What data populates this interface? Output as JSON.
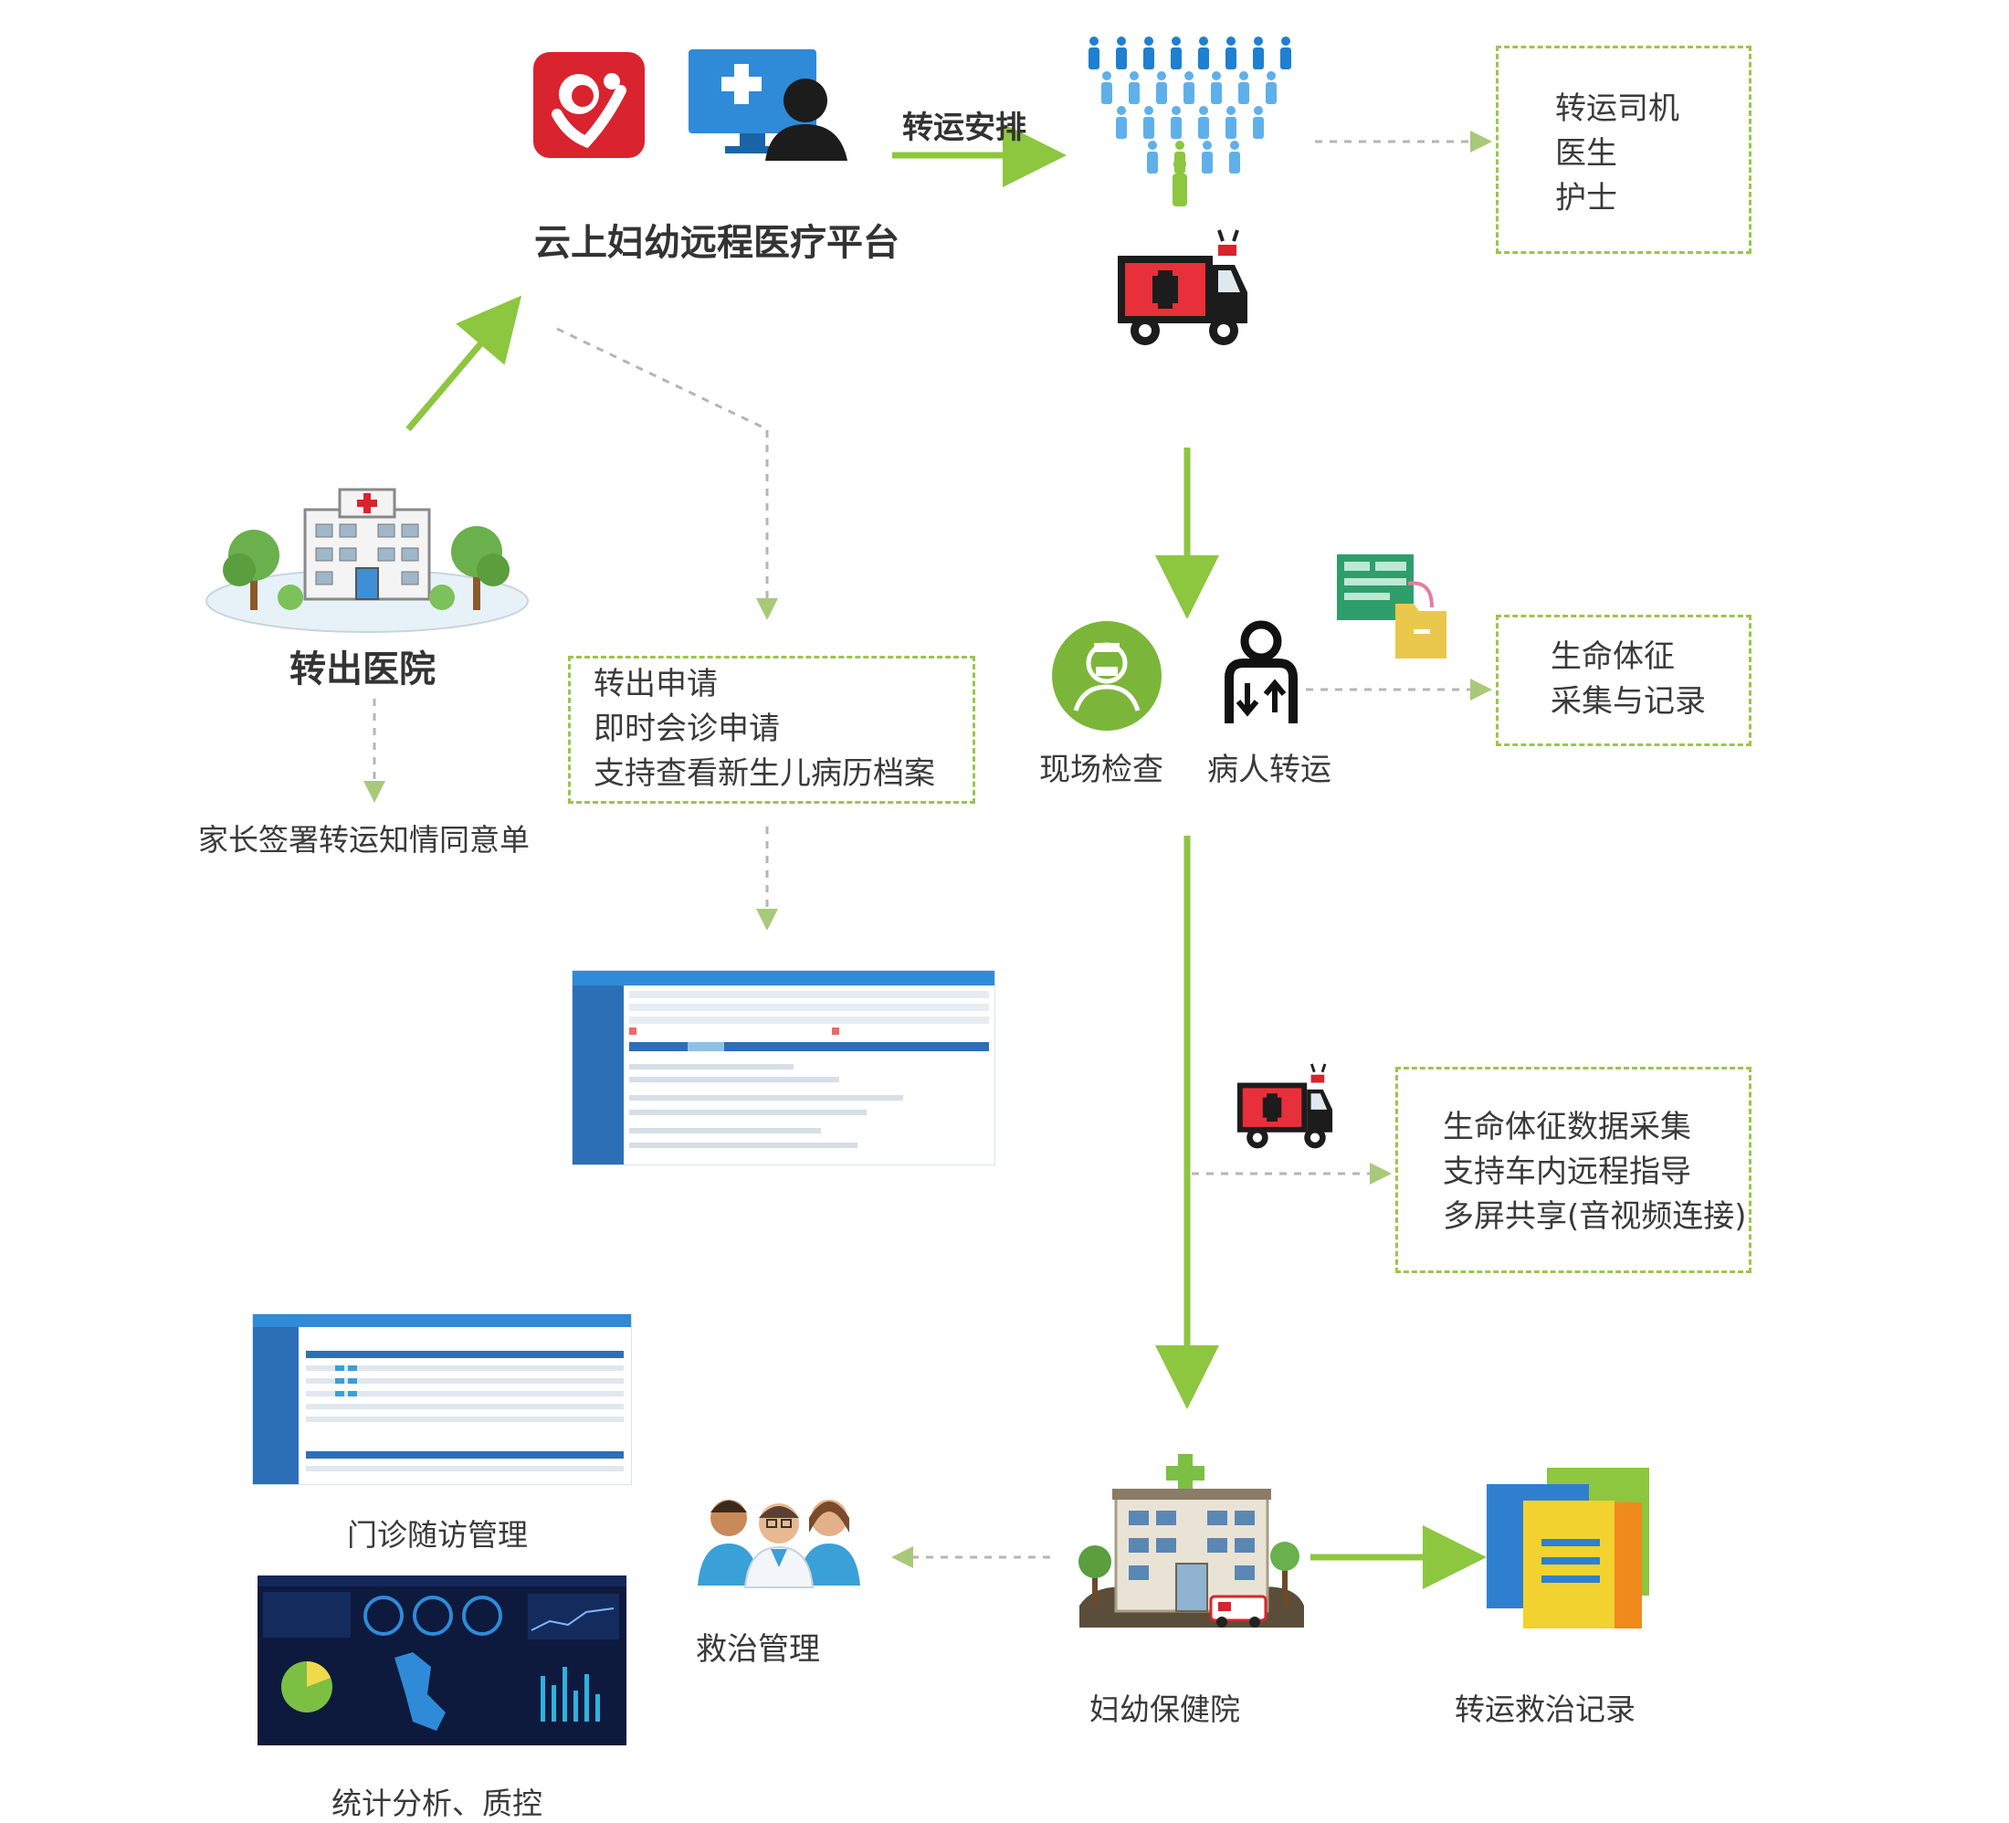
{
  "platform": {
    "title": "云上妇幼远程医疗平台"
  },
  "arrange": {
    "label": "转运安排"
  },
  "staff_box": {
    "lines": [
      "转运司机",
      "医生",
      "护士"
    ]
  },
  "outgoing_hospital": {
    "label": "转出医院"
  },
  "consent": {
    "label": "家长签署转运知情同意单"
  },
  "apply_box": {
    "lines": [
      "转出申请",
      "即时会诊申请",
      "支持查看新生儿病历档案"
    ]
  },
  "onsite": {
    "check_label": "现场检查",
    "transfer_label": "病人转运"
  },
  "vitals_box": {
    "lines": [
      "生命体征",
      "采集与记录"
    ]
  },
  "ambulance_box": {
    "lines": [
      "生命体征数据采集",
      "支持车内远程指导",
      "多屏共享(音视频连接)"
    ]
  },
  "followup": {
    "label": "门诊随访管理"
  },
  "stats": {
    "label": "统计分析、质控"
  },
  "treatment": {
    "label": "救治管理"
  },
  "mch_hospital": {
    "label": "妇幼保健院"
  },
  "records": {
    "label": "转运救治记录"
  },
  "colors": {
    "accent_green": "#8dc63f",
    "dashed_gray": "#b5b5b5",
    "red": "#d9232e",
    "blue": "#2f8ad8"
  }
}
